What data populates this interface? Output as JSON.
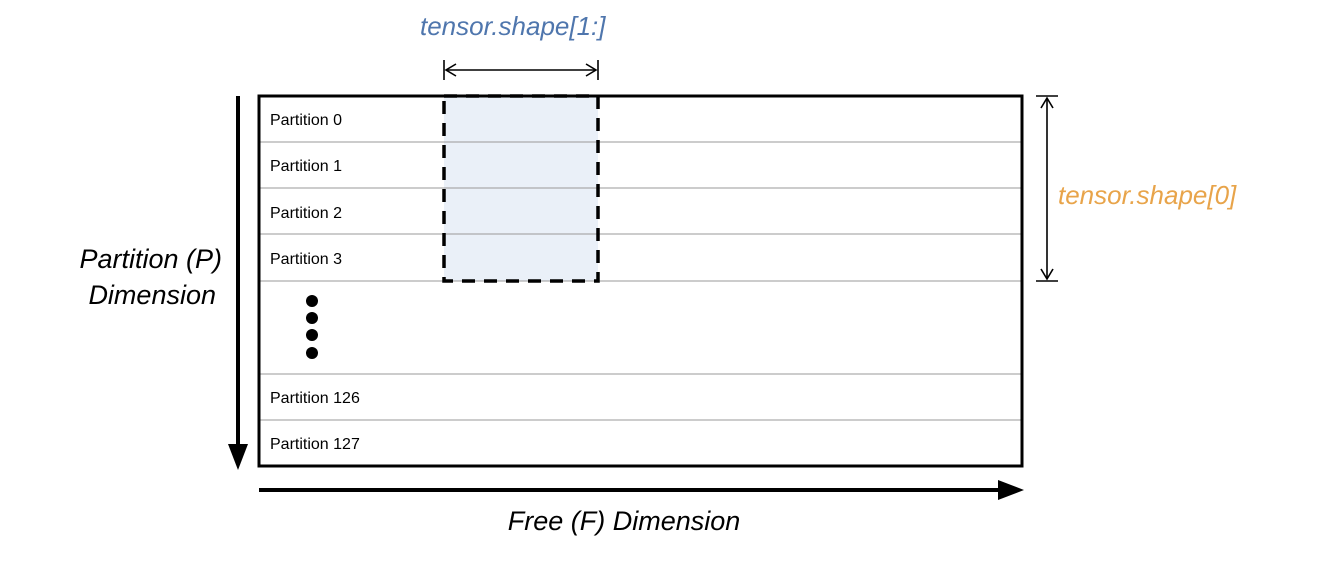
{
  "labels": {
    "partition_dimension_line1": "Partition (P)",
    "partition_dimension_line2": "Dimension",
    "free_dimension": "Free (F) Dimension",
    "tensor_shape_free": "tensor.shape[1:]",
    "tensor_shape_partition": "tensor.shape[0]"
  },
  "partitions_top": [
    "Partition 0",
    "Partition 1",
    "Partition 2",
    "Partition 3"
  ],
  "partitions_bottom": [
    "Partition 126",
    "Partition 127"
  ],
  "colors": {
    "tensor_shape_free": "#4f76ad",
    "tensor_shape_partition": "#e8a44a",
    "tile_fill": "#eaf0f8",
    "line": "#000000",
    "row_divider": "#888888"
  }
}
